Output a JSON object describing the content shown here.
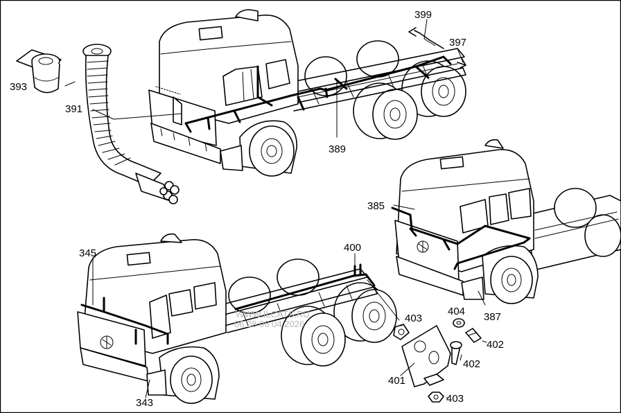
{
  "callouts": {
    "c343": "343",
    "c345": "345",
    "c385": "385",
    "c387": "387",
    "c389": "389",
    "c391": "391",
    "c393": "393",
    "c397": "397",
    "c399": "399",
    "c400": "400",
    "c401": "401",
    "c402a": "402",
    "c402b": "402",
    "c403a": "403",
    "c403b": "403",
    "c404": "404"
  },
  "watermark": {
    "site": "WWW.ILCATS.RU",
    "datetime": "06 28 06 04 2026"
  }
}
